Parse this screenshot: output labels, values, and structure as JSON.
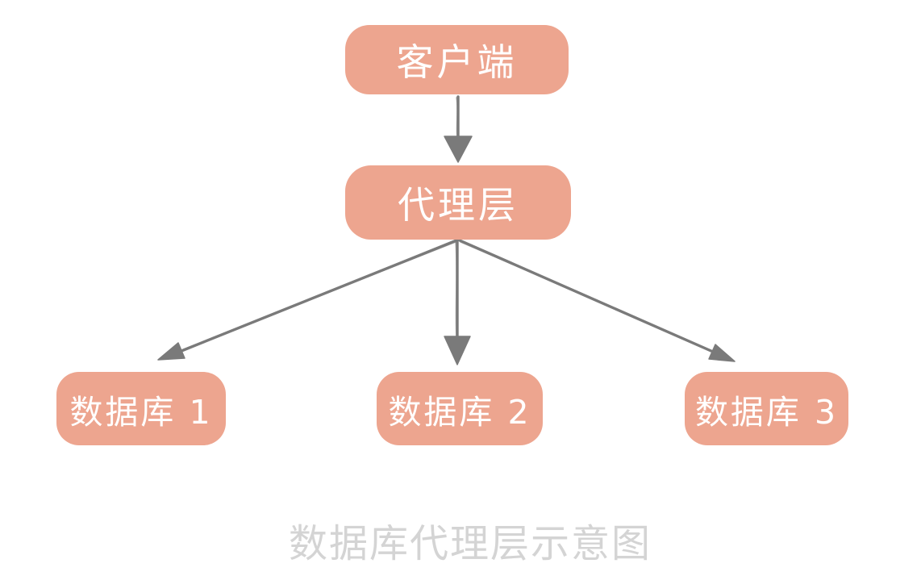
{
  "diagram": {
    "title": "数据库代理层示意图",
    "nodes": [
      {
        "id": "client",
        "label": "客户端"
      },
      {
        "id": "proxy",
        "label": "代理层"
      },
      {
        "id": "db1",
        "label": "数据库 1"
      },
      {
        "id": "db2",
        "label": "数据库 2"
      },
      {
        "id": "db3",
        "label": "数据库 3"
      }
    ],
    "edges": [
      {
        "from": "client",
        "to": "proxy"
      },
      {
        "from": "proxy",
        "to": "db1"
      },
      {
        "from": "proxy",
        "to": "db2"
      },
      {
        "from": "proxy",
        "to": "db3"
      }
    ],
    "caption": "数据库代理层示意图",
    "colors": {
      "node_fill": "#EDA58F",
      "node_text": "#FFFFFF",
      "arrow": "#7A7A7A",
      "caption_text": "#D4D4D4",
      "background": "#FFFFFF"
    }
  }
}
